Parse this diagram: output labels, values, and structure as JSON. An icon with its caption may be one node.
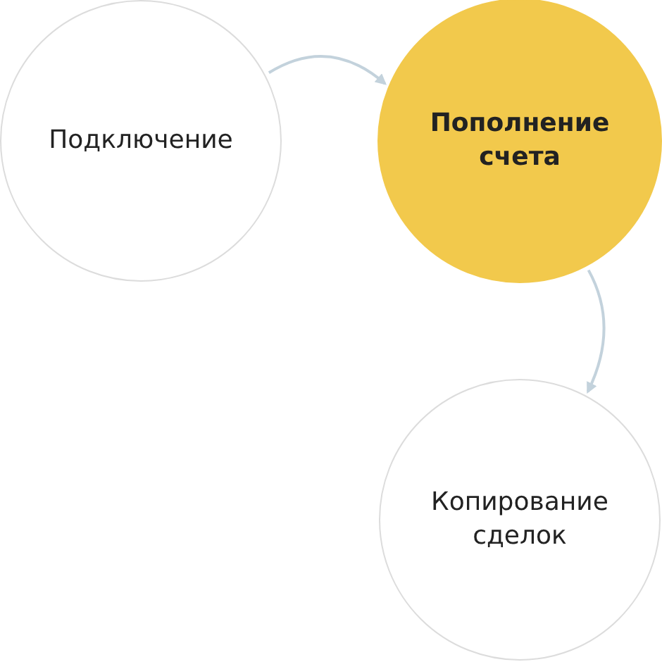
{
  "diagram": {
    "nodes": [
      {
        "text": [
          "Подключение"
        ]
      },
      {
        "text": [
          "Пополнение счета"
        ]
      },
      {
        "text": [
          "Копирование сделок"
        ]
      }
    ],
    "edges": [
      {
        "from": 0,
        "to": 1,
        "arrow": "to"
      },
      {
        "from": 1,
        "to": 2,
        "arrow": "to"
      }
    ]
  }
}
